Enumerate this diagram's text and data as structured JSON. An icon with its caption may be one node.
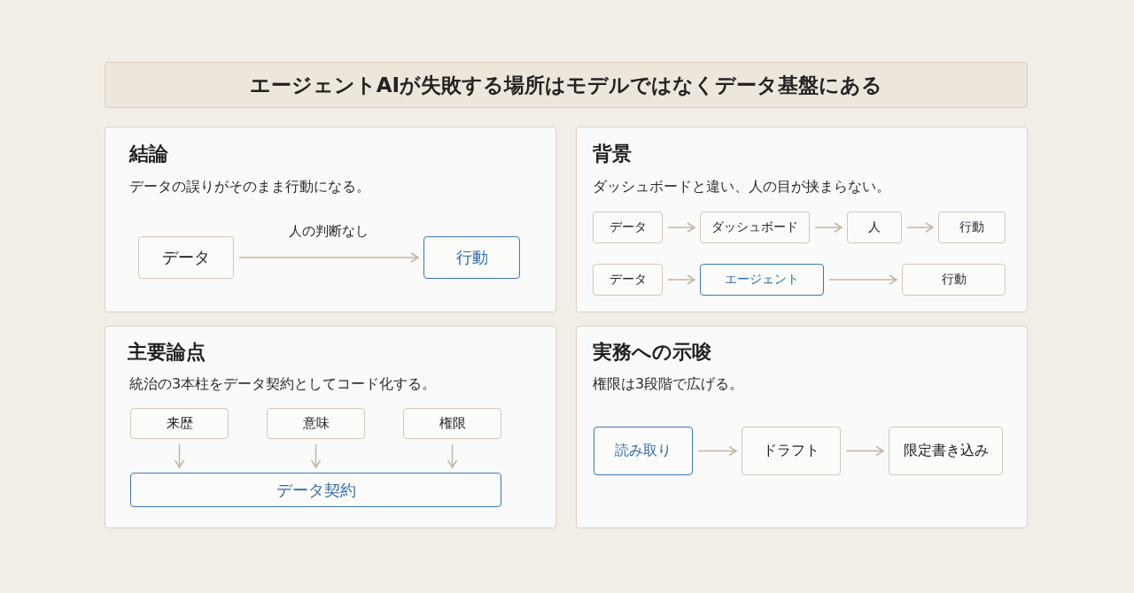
{
  "diagram": {
    "title": "エージェントAIが失敗する場所はモデルではなくデータ基盤にある",
    "nodes": [
      {
        "text": [
          "結論",
          "データの誤りがそのまま行動になる。"
        ]
      },
      {
        "text": [
          "データ"
        ],
        "in": 0
      },
      {
        "text": [
          "行動"
        ],
        "in": 0
      },
      {
        "text": [
          "背景",
          "ダッシュボードと違い、人の目が挟まらない。"
        ]
      },
      {
        "text": [
          "データ"
        ],
        "in": 3
      },
      {
        "text": [
          "ダッシュボード"
        ],
        "in": 3
      },
      {
        "text": [
          "人"
        ],
        "in": 3
      },
      {
        "text": [
          "行動"
        ],
        "in": 3
      },
      {
        "text": [
          "データ"
        ],
        "in": 3
      },
      {
        "text": [
          "エージェント"
        ],
        "in": 3
      },
      {
        "text": [
          "行動"
        ],
        "in": 3
      },
      {
        "text": [
          "主要論点",
          "統治の3本柱をデータ契約としてコード化する。"
        ]
      },
      {
        "text": [
          "来歴"
        ],
        "in": 11
      },
      {
        "text": [
          "意味"
        ],
        "in": 11
      },
      {
        "text": [
          "権限"
        ],
        "in": 11
      },
      {
        "text": [
          "データ契約"
        ],
        "in": 11
      },
      {
        "text": [
          "実務への示唆",
          "権限は3段階で広げる。"
        ]
      },
      {
        "text": [
          "読み取り"
        ],
        "in": 16
      },
      {
        "text": [
          "ドラフト"
        ],
        "in": 16
      },
      {
        "text": [
          "限定書き込み"
        ],
        "in": 16
      }
    ],
    "edges": [
      {
        "from": 1,
        "to": 2,
        "arrow": "to",
        "label": "人の判断なし"
      },
      {
        "from": 4,
        "to": 5,
        "arrow": "to"
      },
      {
        "from": 5,
        "to": 6,
        "arrow": "to"
      },
      {
        "from": 6,
        "to": 7,
        "arrow": "to"
      },
      {
        "from": 8,
        "to": 9,
        "arrow": "to"
      },
      {
        "from": 9,
        "to": 10,
        "arrow": "to"
      },
      {
        "from": 12,
        "to": 15,
        "arrow": "to"
      },
      {
        "from": 13,
        "to": 15,
        "arrow": "to"
      },
      {
        "from": 14,
        "to": 15,
        "arrow": "to"
      },
      {
        "from": 17,
        "to": 18,
        "arrow": "to"
      },
      {
        "from": 18,
        "to": 19,
        "arrow": "to"
      }
    ]
  }
}
